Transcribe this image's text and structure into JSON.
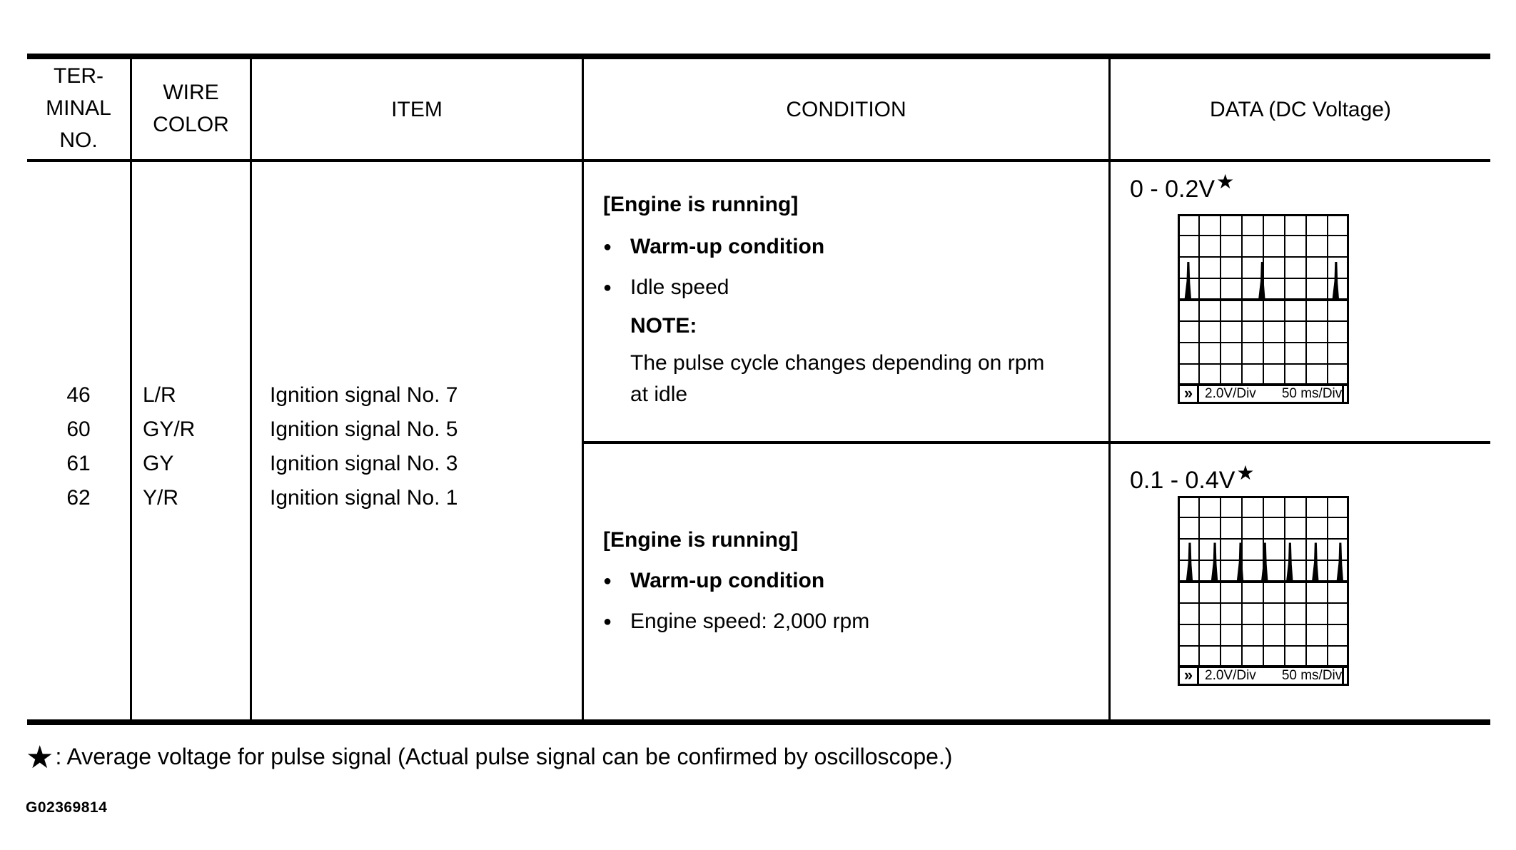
{
  "glyphs": {
    "bullet": "●",
    "star": "★",
    "fast_forward_marker": "»"
  },
  "table": {
    "headers": {
      "terminal_no": "TER-\nMINAL\nNO.",
      "wire_color": "WIRE\nCOLOR",
      "item": "ITEM",
      "condition": "CONDITION",
      "data": "DATA (DC Voltage)"
    },
    "terminal_no": "46\n60\n61\n62",
    "wire_color": "L/R\nGY/R\nGY\nY/R",
    "item": "Ignition signal No. 7\nIgnition signal No. 5\nIgnition signal No. 3\nIgnition signal No. 1",
    "rows": [
      {
        "condition": {
          "state": "[Engine is running]",
          "bullets": [
            "Warm-up condition",
            "Idle speed"
          ],
          "note_label": "NOTE:",
          "note_text": "The pulse cycle changes depending on rpm at idle"
        },
        "data": {
          "value": "0 - 0.2V",
          "scope": {
            "v_per_div": "2.0V/Div",
            "time_per_div": "50 ms/Div",
            "cols": 8,
            "rows": 8,
            "baseline_div": 4,
            "pulse_height_div": 1.75,
            "pulse_positions_div": [
              0.5,
              3.95,
              7.4
            ]
          }
        }
      },
      {
        "condition": {
          "state": "[Engine is running]",
          "bullets": [
            "Warm-up condition",
            "Engine speed: 2,000 rpm"
          ],
          "note_label": "",
          "note_text": ""
        },
        "data": {
          "value": "0.1 - 0.4V",
          "scope": {
            "v_per_div": "2.0V/Div",
            "time_per_div": "50 ms/Div",
            "cols": 8,
            "rows": 8,
            "baseline_div": 4,
            "pulse_height_div": 1.8,
            "pulse_positions_div": [
              0.57,
              1.74,
              2.94,
              4.08,
              5.25,
              6.45,
              7.6
            ]
          }
        }
      }
    ]
  },
  "footer": {
    "footnote_star": "★",
    "footnote_text": ": Average voltage for pulse signal (Actual pulse signal can be confirmed by oscilloscope.)",
    "figure_id": "G02369814"
  }
}
